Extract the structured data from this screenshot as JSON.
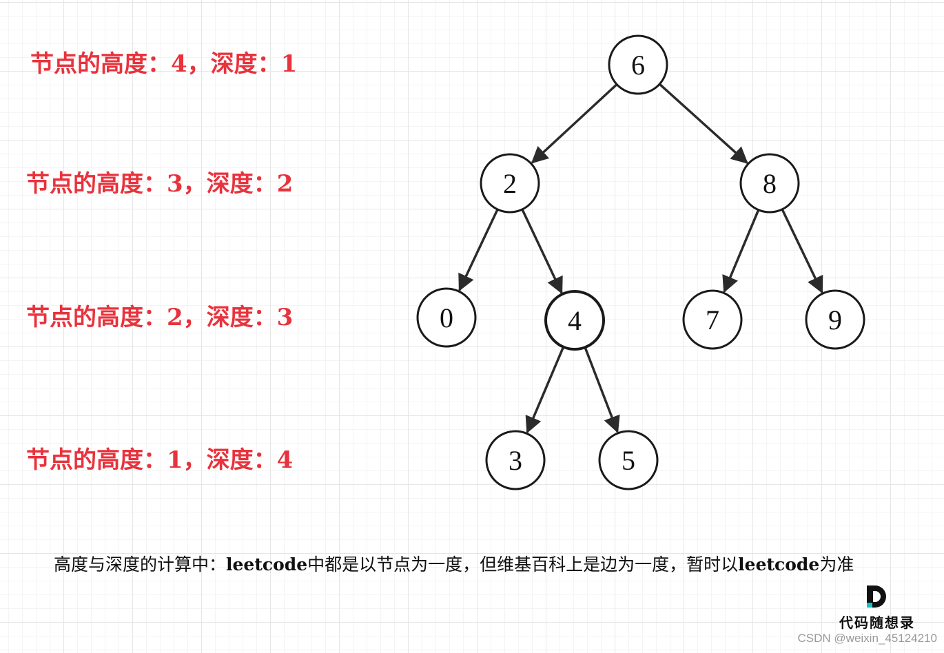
{
  "level_labels": [
    "节点的高度：4，深度：1",
    "节点的高度：3，深度：2",
    "节点的高度：2，深度：3",
    "节点的高度：1，深度：4"
  ],
  "tree": {
    "nodes": [
      {
        "id": "n6",
        "label": "6"
      },
      {
        "id": "n2",
        "label": "2"
      },
      {
        "id": "n8",
        "label": "8"
      },
      {
        "id": "n0",
        "label": "0"
      },
      {
        "id": "n4",
        "label": "4",
        "emphasized": true
      },
      {
        "id": "n7",
        "label": "7"
      },
      {
        "id": "n9",
        "label": "9"
      },
      {
        "id": "n3",
        "label": "3"
      },
      {
        "id": "n5",
        "label": "5"
      }
    ],
    "edges": [
      [
        "n6",
        "n2"
      ],
      [
        "n6",
        "n8"
      ],
      [
        "n2",
        "n0"
      ],
      [
        "n2",
        "n4"
      ],
      [
        "n8",
        "n7"
      ],
      [
        "n8",
        "n9"
      ],
      [
        "n4",
        "n3"
      ],
      [
        "n4",
        "n5"
      ]
    ]
  },
  "note": {
    "prefix": "高度与深度的计算中：",
    "code1": "leetcode",
    "middle": "中都是以节点为一度，但维基百科上是边为一度，暂时以",
    "code2": "leetcode",
    "suffix": "为准"
  },
  "brand": {
    "text": "代码随想录"
  },
  "watermark": "CSDN @weixin_45124210"
}
